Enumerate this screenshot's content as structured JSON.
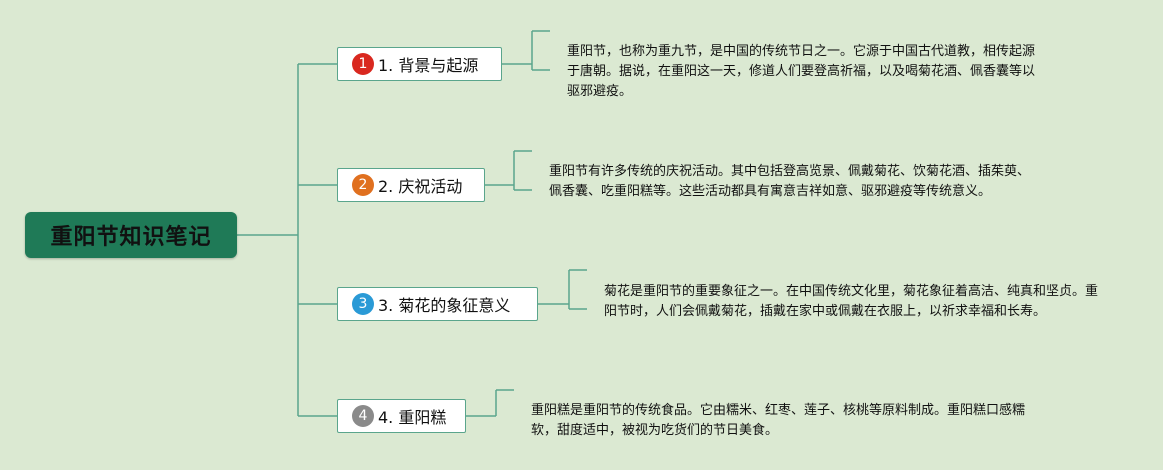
{
  "root": {
    "title": "重阳节知识笔记"
  },
  "branches": [
    {
      "number": "1",
      "label": "1. 背景与起源",
      "badge_color": "#d9281f",
      "note": "重阳节，也称为重九节，是中国的传统节日之一。它源于中国古代道教，相传起源于唐朝。据说，在重阳这一天，修道人们要登高祈福，以及喝菊花酒、佩香囊等以驱邪避疫。"
    },
    {
      "number": "2",
      "label": "2. 庆祝活动",
      "badge_color": "#e0701f",
      "note": "重阳节有许多传统的庆祝活动。其中包括登高览景、佩戴菊花、饮菊花酒、插茱萸、佩香囊、吃重阳糕等。这些活动都具有寓意吉祥如意、驱邪避疫等传统意义。"
    },
    {
      "number": "3",
      "label": "3. 菊花的象征意义",
      "badge_color": "#2a9ad6",
      "note": "菊花是重阳节的重要象征之一。在中国传统文化里，菊花象征着高洁、纯真和坚贞。重阳节时，人们会佩戴菊花，插戴在家中或佩戴在衣服上，以祈求幸福和长寿。"
    },
    {
      "number": "4",
      "label": "4. 重阳糕",
      "badge_color": "#8a8a8a",
      "note": "重阳糕是重阳节的传统食品。它由糯米、红枣、莲子、核桃等原料制成。重阳糕口感糯软，甜度适中，被视为吃货们的节日美食。"
    }
  ],
  "colors": {
    "line": "#5aa58c",
    "root_bg": "#1f7a57",
    "background": "#dbe9d2"
  }
}
